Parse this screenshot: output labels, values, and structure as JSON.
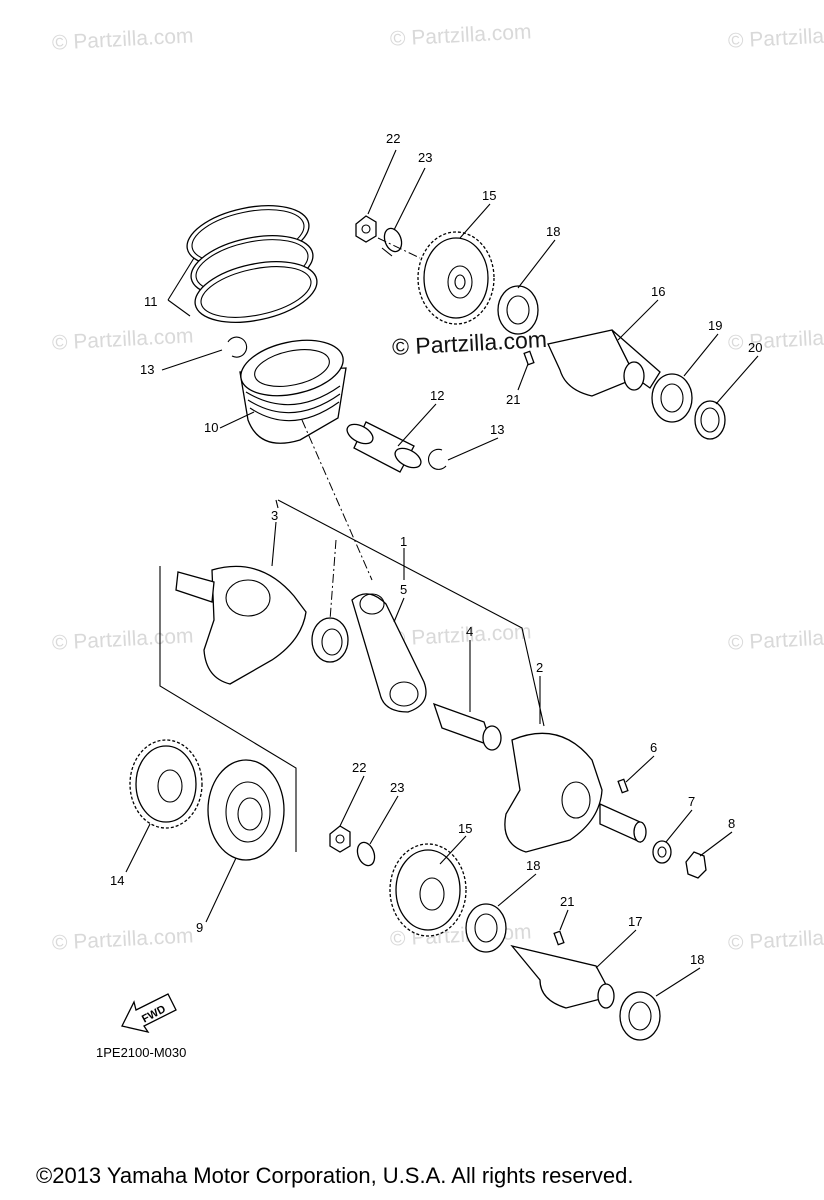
{
  "watermark": "© Partzilla.com",
  "center_watermark": "© Partzilla.com",
  "callouts": [
    "1",
    "2",
    "3",
    "4",
    "5",
    "6",
    "7",
    "8",
    "9",
    "10",
    "11",
    "12",
    "13",
    "13",
    "14",
    "15",
    "15",
    "16",
    "17",
    "18",
    "18",
    "18",
    "19",
    "20",
    "21",
    "21",
    "22",
    "22",
    "23",
    "23"
  ],
  "diagram_code": "1PE2100-M030",
  "fwd_label": "FWD",
  "copyright": "©2013  Yamaha Motor Corporation, U.S.A. All rights reserved."
}
